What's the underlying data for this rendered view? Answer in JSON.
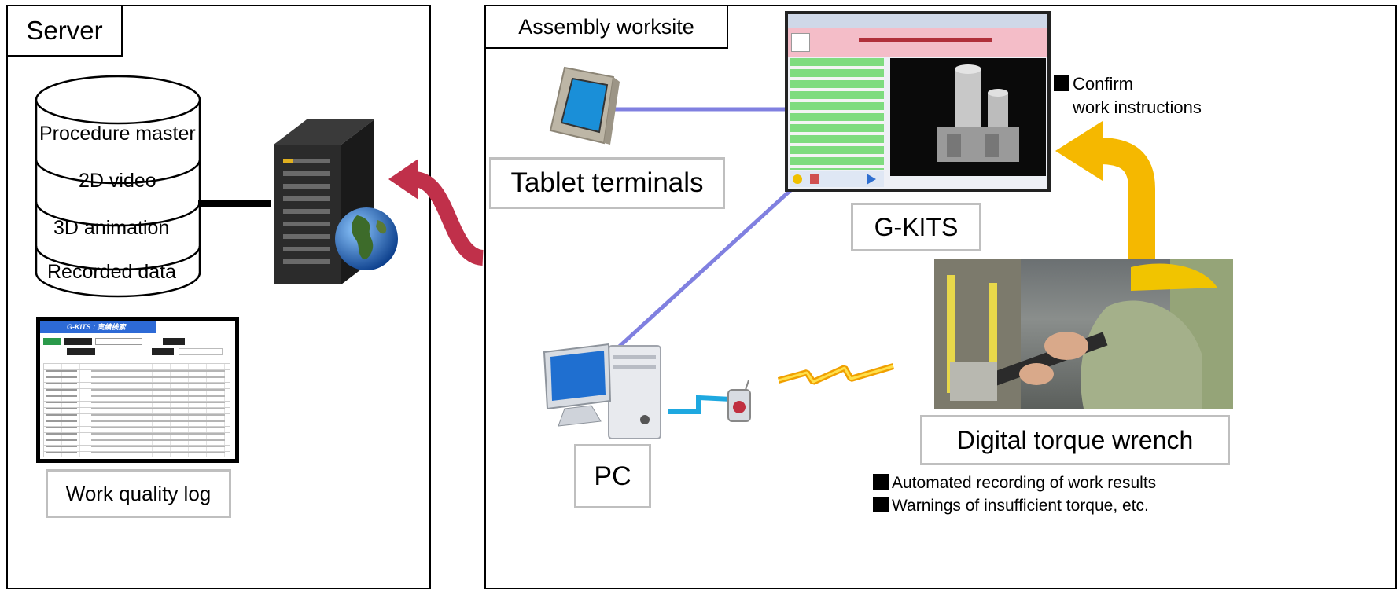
{
  "server": {
    "title": "Server",
    "db_layers": [
      "Procedure master",
      "2D video",
      "3D animation",
      "Recorded data"
    ],
    "log_label": "Work quality log",
    "log_window_title": "G-KITS : 実績検索"
  },
  "worksite": {
    "title": "Assembly worksite",
    "tablet_label": "Tablet terminals",
    "gkits_label": "G-KITS",
    "pc_label": "PC",
    "wrench_label": "Digital torque wrench",
    "confirm_note_line1": "Confirm",
    "confirm_note_line2": "work instructions",
    "notes": [
      "Automated recording of work results",
      "Warnings of insufficient torque, etc."
    ]
  },
  "colors": {
    "link_line": "#8080e0",
    "exchange_arrow": "#c0304a",
    "confirm_arrow": "#f5b800",
    "label_border": "#bfbfbf"
  }
}
